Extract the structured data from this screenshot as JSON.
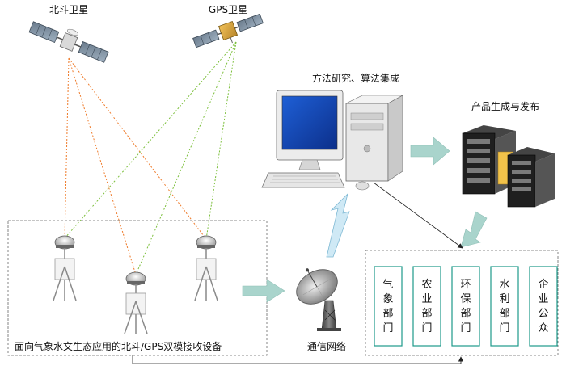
{
  "labels": {
    "beidou_satellite": "北斗卫星",
    "gps_satellite": "GPS卫星",
    "method_research": "方法研究、算法集成",
    "product_release": "产品生成与发布",
    "receiver_equipment": "面向气象水文生态应用的北斗/GPS双模接收设备",
    "comm_network": "通信网络"
  },
  "departments": [
    "气象部门",
    "农业部门",
    "环保部门",
    "水利部门",
    "企业公众"
  ]
}
